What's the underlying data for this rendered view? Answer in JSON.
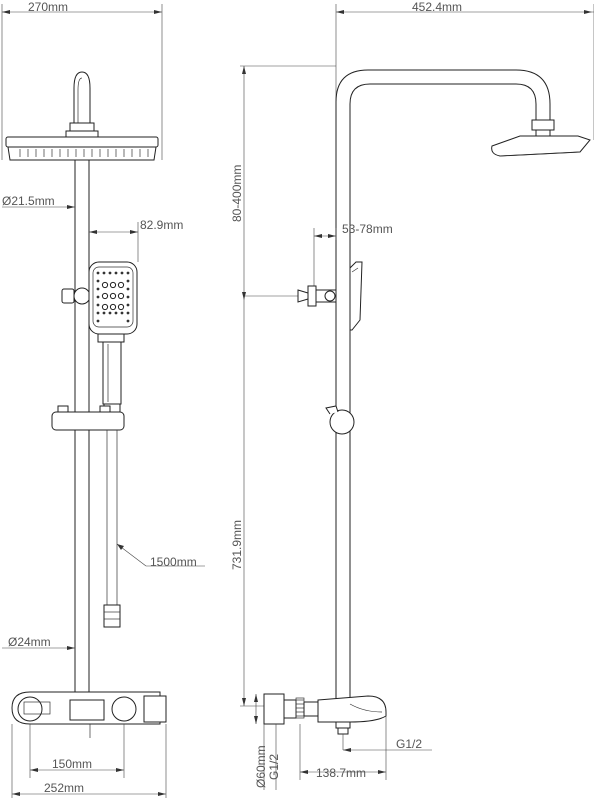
{
  "dimensions": {
    "head_width_left": "270mm",
    "total_width_right": "452.4mm",
    "pipe_diameter": "Ø21.5mm",
    "hand_shower_offset": "82.9mm",
    "height_adjust": "80-400mm",
    "bracket_depth": "53-78mm",
    "hose_length": "1500mm",
    "rail_height": "731.9mm",
    "lower_pipe_diameter": "Ø24mm",
    "inlet_spacing": "150mm",
    "mixer_width": "252mm",
    "escutcheon_diameter": "Ø60mm",
    "thread_left": "G1/2",
    "thread_right": "G1/2",
    "mixer_depth": "138.7mm"
  }
}
